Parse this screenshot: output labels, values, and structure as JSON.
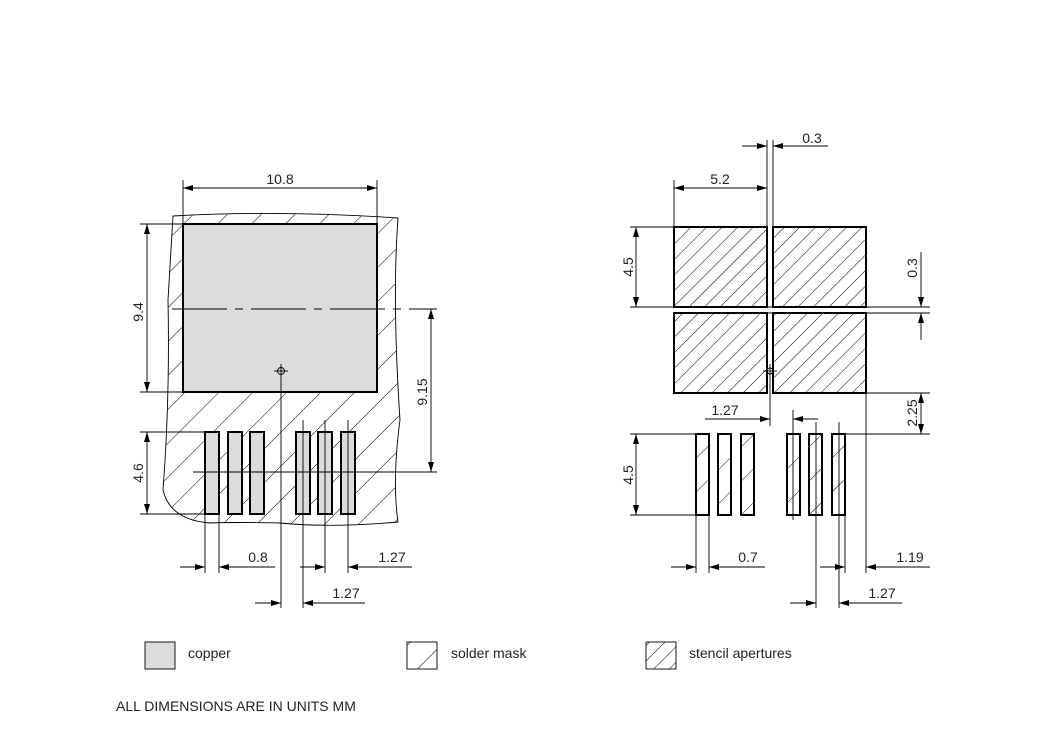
{
  "colors": {
    "copper": "#dcdcdc",
    "line": "#000000",
    "background": "#ffffff"
  },
  "left_view": {
    "dims": {
      "width_top": "10.8",
      "pad_height": "9.4",
      "center_to_leads": "9.15",
      "lead_length": "4.6",
      "lead_width": "0.8",
      "lead_pitch_right": "1.27",
      "lead_pitch_bottom": "1.27"
    }
  },
  "right_view": {
    "dims": {
      "gap_top": "0.3",
      "aperture_width": "5.2",
      "aperture_height": "4.5",
      "gap_right": "0.3",
      "aperture_to_leads": "2.25",
      "center_offset": "1.27",
      "lead_length": "4.5",
      "lead_width": "0.7",
      "lead_outer": "1.19",
      "lead_pitch": "1.27"
    }
  },
  "legend": {
    "copper": "copper",
    "solder_mask": "solder mask",
    "stencil": "stencil apertures"
  },
  "footer": "ALL DIMENSIONS ARE IN UNITS MM"
}
